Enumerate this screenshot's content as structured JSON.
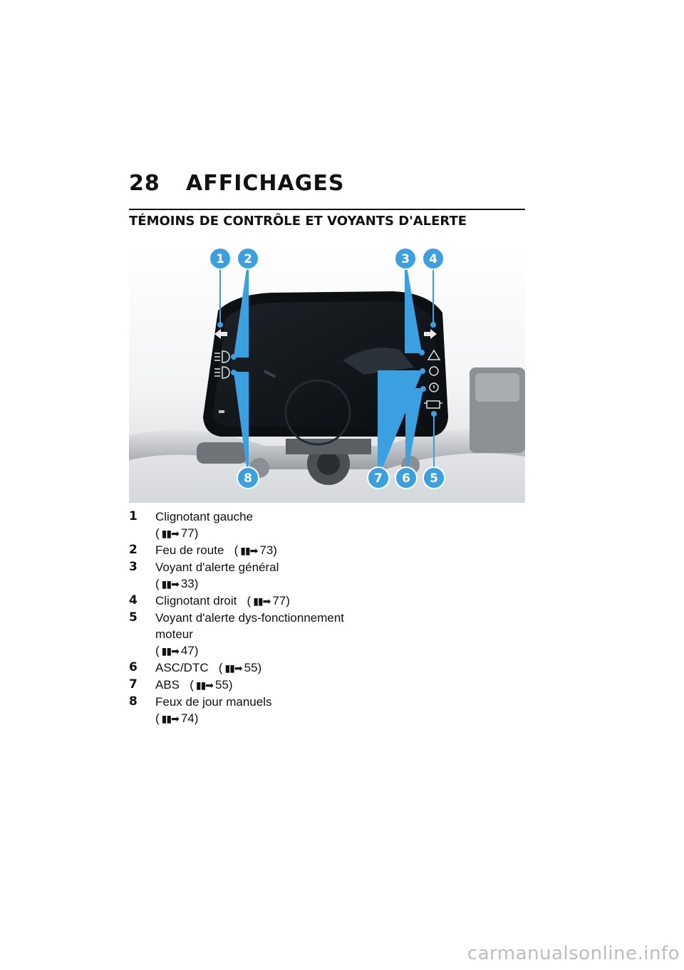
{
  "page": {
    "number": "28",
    "chapter": "AFFICHAGES",
    "section": "TÉMOINS DE CONTRÔLE ET VOYANTS D'ALERTE"
  },
  "figure": {
    "callouts": [
      "1",
      "2",
      "3",
      "4",
      "5",
      "6",
      "7",
      "8"
    ]
  },
  "legend": [
    {
      "num": "1",
      "text": "Clignotant gauche",
      "ref": "77)"
    },
    {
      "num": "2",
      "text": "Feu de route",
      "ref": "73)"
    },
    {
      "num": "3",
      "text": "Voyant d'alerte général",
      "ref": "33)"
    },
    {
      "num": "4",
      "text": "Clignotant droit",
      "ref": "77)"
    },
    {
      "num": "5",
      "text": "Voyant d'alerte dys-fonctionnement moteur",
      "ref": "47)"
    },
    {
      "num": "6",
      "text": "ASC/DTC",
      "ref": "55)"
    },
    {
      "num": "7",
      "text": "ABS",
      "ref": "55)"
    },
    {
      "num": "8",
      "text": "Feux de jour manuels",
      "ref": "74)"
    }
  ],
  "watermark": "carmanualsonline.info"
}
